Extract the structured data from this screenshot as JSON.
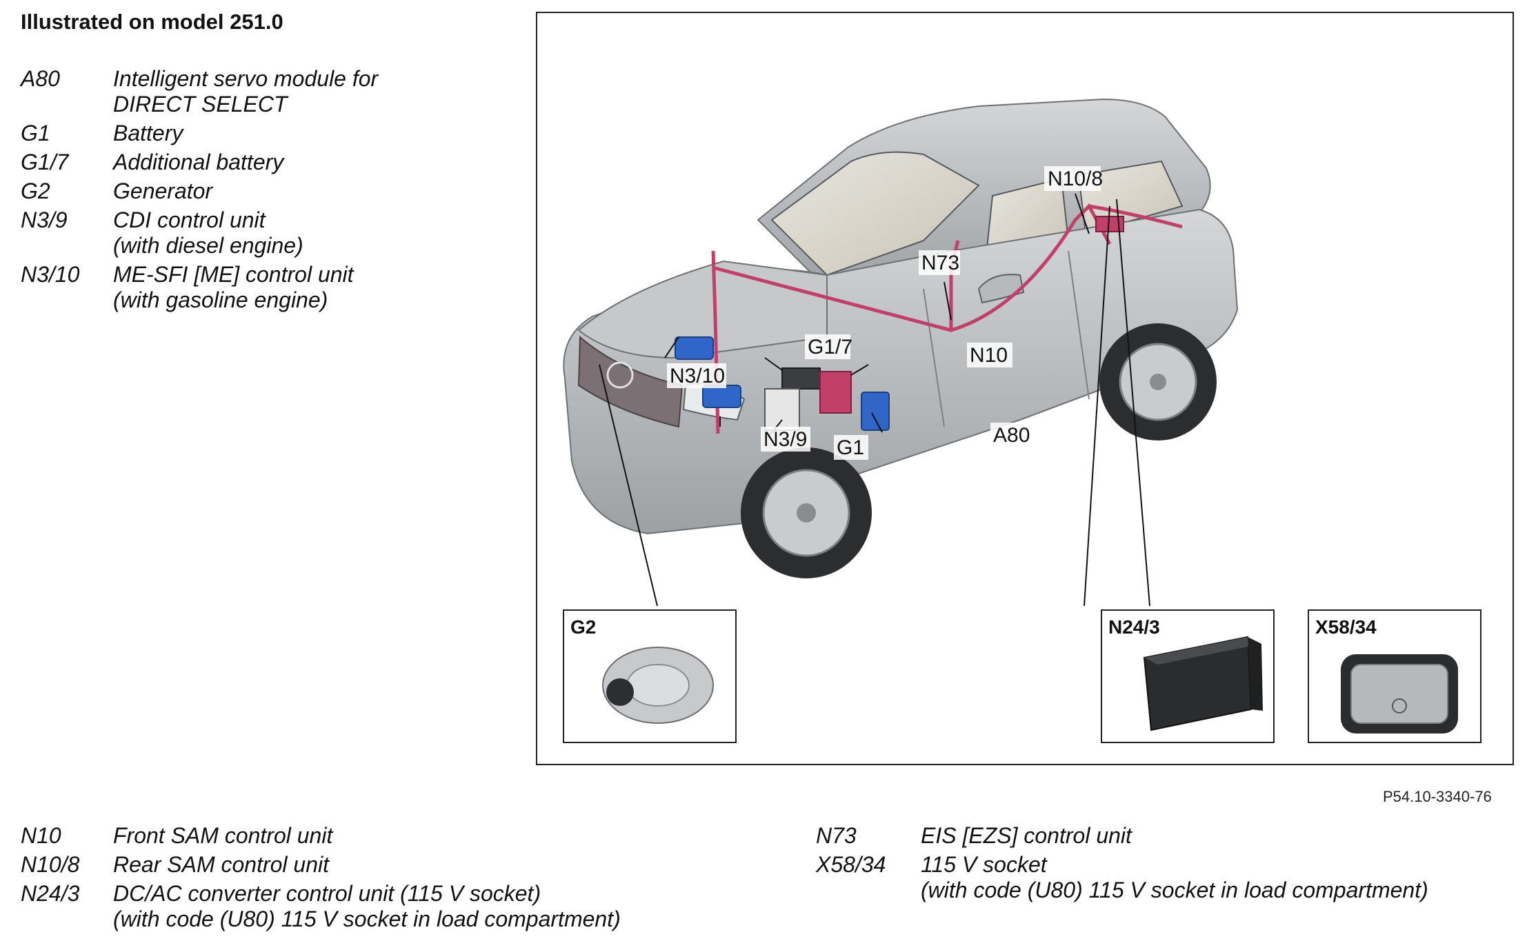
{
  "title": "Illustrated on model 251.0",
  "legend_top": [
    {
      "code": "A80",
      "desc": "Intelligent servo module for\nDIRECT SELECT"
    },
    {
      "code": "G1",
      "desc": "Battery"
    },
    {
      "code": "G1/7",
      "desc": "Additional battery"
    },
    {
      "code": "G2",
      "desc": "Generator"
    },
    {
      "code": "N3/9",
      "desc": "CDI control unit\n(with diesel engine)"
    },
    {
      "code": "N3/10",
      "desc": "ME-SFI [ME] control unit\n(with gasoline engine)"
    }
  ],
  "legend_bottom_left": [
    {
      "code": "N10",
      "desc": "Front SAM control unit"
    },
    {
      "code": "N10/8",
      "desc": "Rear SAM control unit"
    },
    {
      "code": "N24/3",
      "desc": "DC/AC converter control unit (115 V socket)\n (with code (U80) 115 V socket in load compartment)"
    }
  ],
  "legend_bottom_right": [
    {
      "code": "N73",
      "desc": "EIS [EZS] control unit"
    },
    {
      "code": "X58/34",
      "desc": "115 V socket\n(with code (U80) 115 V socket in load compartment)"
    }
  ],
  "figure": {
    "reference": "P54.10-3340-76",
    "callouts": {
      "n10_8": "N10/8",
      "n73": "N73",
      "g1_7": "G1/7",
      "n10": "N10",
      "n3_10": "N3/10",
      "n3_9": "N3/9",
      "g1": "G1",
      "a80": "A80"
    },
    "insets": {
      "g2": "G2",
      "n24_3": "N24/3",
      "x58_34": "X58/34"
    },
    "colors": {
      "car_body": "#b9bcbf",
      "wiring": "#c0406a",
      "control_units": "#2f66c8"
    }
  }
}
